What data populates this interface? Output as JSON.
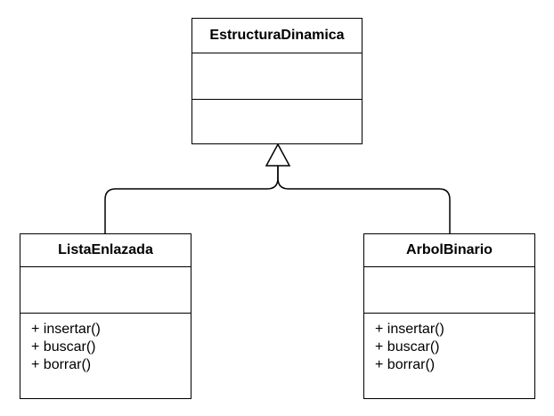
{
  "parent": {
    "name": "EstructuraDinamica",
    "methods": []
  },
  "children": [
    {
      "name": "ListaEnlazada",
      "methods": [
        "+ insertar()",
        "+ buscar()",
        "+ borrar()"
      ]
    },
    {
      "name": "ArbolBinario",
      "methods": [
        "+ insertar()",
        "+ buscar()",
        "+ borrar()"
      ]
    }
  ],
  "relationship": "generalization",
  "colors": {
    "line": "#000000",
    "fill": "#ffffff"
  }
}
